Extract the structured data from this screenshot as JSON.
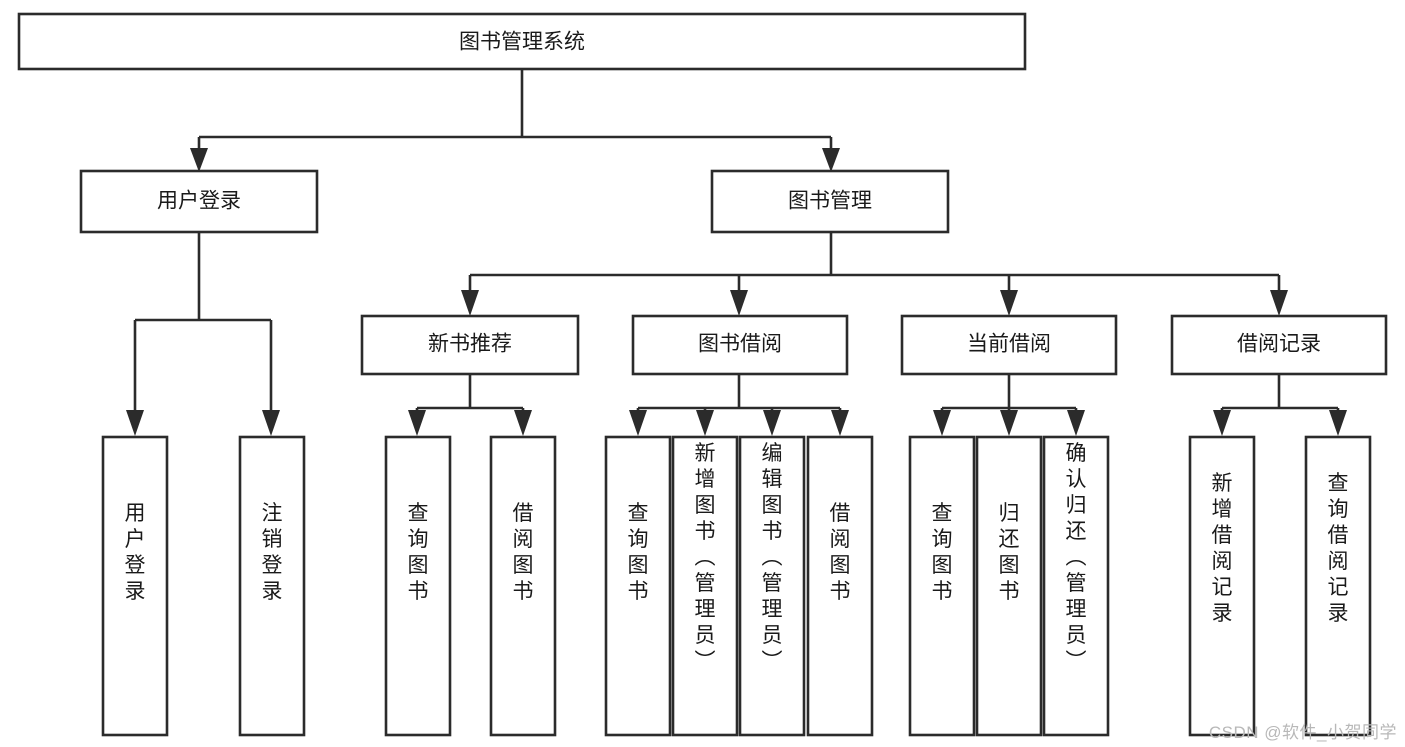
{
  "diagram": {
    "title": "图书管理系统",
    "type": "tree-hierarchy-chart",
    "watermark": "CSDN @软件_小贺同学",
    "root": {
      "label": "图书管理系统"
    },
    "level2": [
      {
        "label": "用户登录"
      },
      {
        "label": "图书管理"
      }
    ],
    "level3": [
      {
        "label": "新书推荐"
      },
      {
        "label": "图书借阅"
      },
      {
        "label": "当前借阅"
      },
      {
        "label": "借阅记录"
      }
    ],
    "leaves": {
      "user_login": [
        {
          "label": "用户登录"
        },
        {
          "label": "注销登录"
        }
      ],
      "new_book_recommend": [
        {
          "label": "查询图书"
        },
        {
          "label": "借阅图书"
        }
      ],
      "book_borrow": [
        {
          "label": "查询图书"
        },
        {
          "label": "新增图书（管理员）"
        },
        {
          "label": "编辑图书（管理员）"
        },
        {
          "label": "借阅图书"
        }
      ],
      "current_borrow": [
        {
          "label": "查询图书"
        },
        {
          "label": "归还图书"
        },
        {
          "label": "确认归还（管理员）"
        }
      ],
      "borrow_record": [
        {
          "label": "新增借阅记录"
        },
        {
          "label": "查询借阅记录"
        }
      ]
    },
    "colors": {
      "stroke": "#2b2b2b",
      "fill": "#ffffff",
      "text": "#1a1a1a",
      "watermark": "#b8b8b8"
    }
  }
}
